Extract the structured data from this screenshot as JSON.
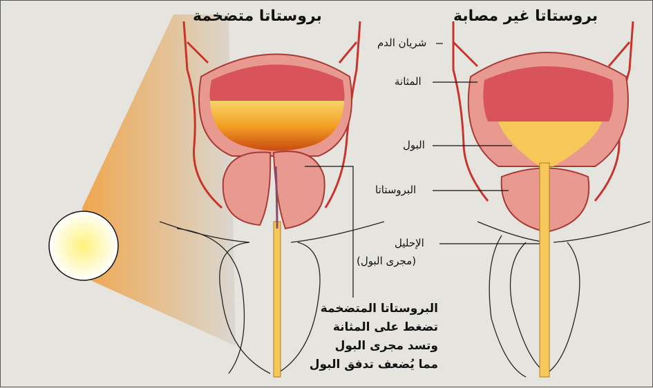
{
  "titles": {
    "enlarged": "بروستاتا متضخمة",
    "healthy": "بروستاتا غير مصابة"
  },
  "labels": {
    "blood_artery": "شريان الدم",
    "bladder": "المثانة",
    "urine": "البول",
    "prostate": "البروستاتا",
    "urethra": "الإحليل",
    "urethra_note": "(مجرى البول)"
  },
  "note_lines": [
    "البروستاتا المتضخمة",
    "تضغط على المثانة",
    "وتسد مجرى البول",
    "مما يُضعف تدفق البول"
  ],
  "colors": {
    "background": "#e6e4df",
    "tissue": "#e89a90",
    "artery": "#c8342c",
    "urine": "#f4c34a",
    "bladder_interior": "#d9545a"
  }
}
